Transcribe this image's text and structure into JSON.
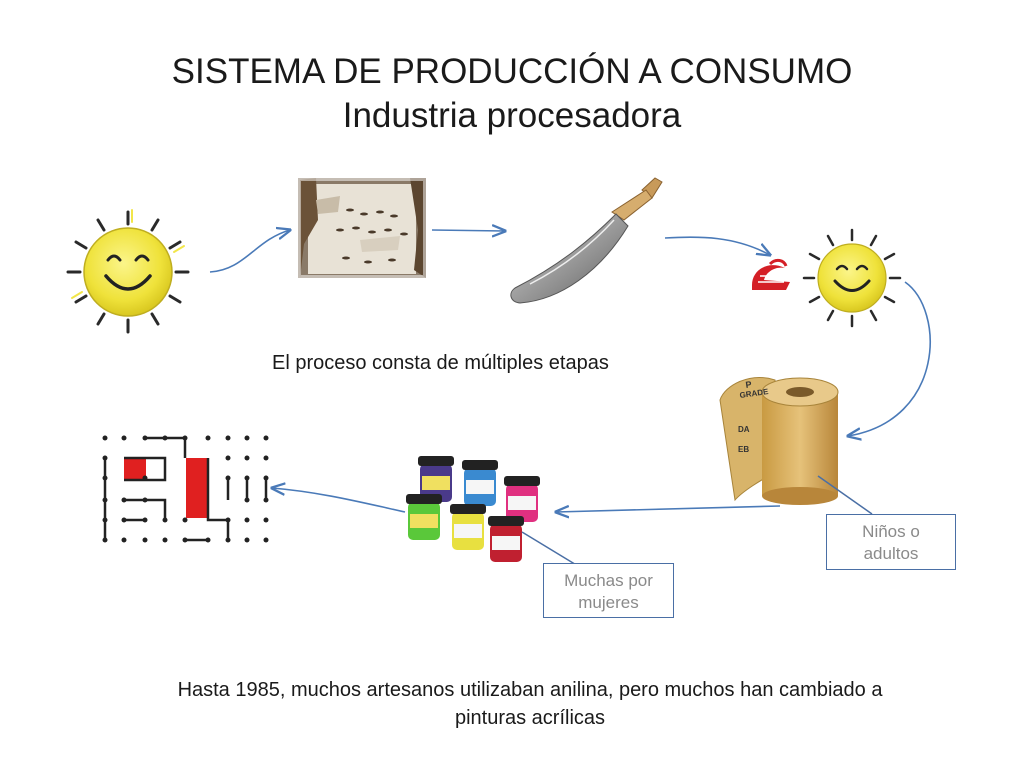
{
  "title": {
    "line1": "SISTEMA DE PRODUCCIÓN A CONSUMO",
    "line2": "Industria procesadora"
  },
  "process_label": "El proceso consta de múltiples etapas",
  "callouts": {
    "children": {
      "line1": "Niños o",
      "line2": "adultos"
    },
    "women": {
      "line1": "Muchas por",
      "line2": "mujeres"
    }
  },
  "footer": {
    "line1": "Hasta 1985, muchos artesanos utilizaban anilina, pero muchos han cambiado a",
    "line2": "pinturas acrílicas"
  },
  "icons": [
    "sun-icon",
    "bark-image",
    "machete-icon",
    "logo-icon",
    "sandpaper-icon",
    "paint-jars-icon",
    "dot-grid-pattern"
  ],
  "colors": {
    "arrow": "#4a7ab8",
    "sun": "#f2e64a",
    "pattern_red": "#e02020",
    "callout_border": "#4a6fa5"
  }
}
